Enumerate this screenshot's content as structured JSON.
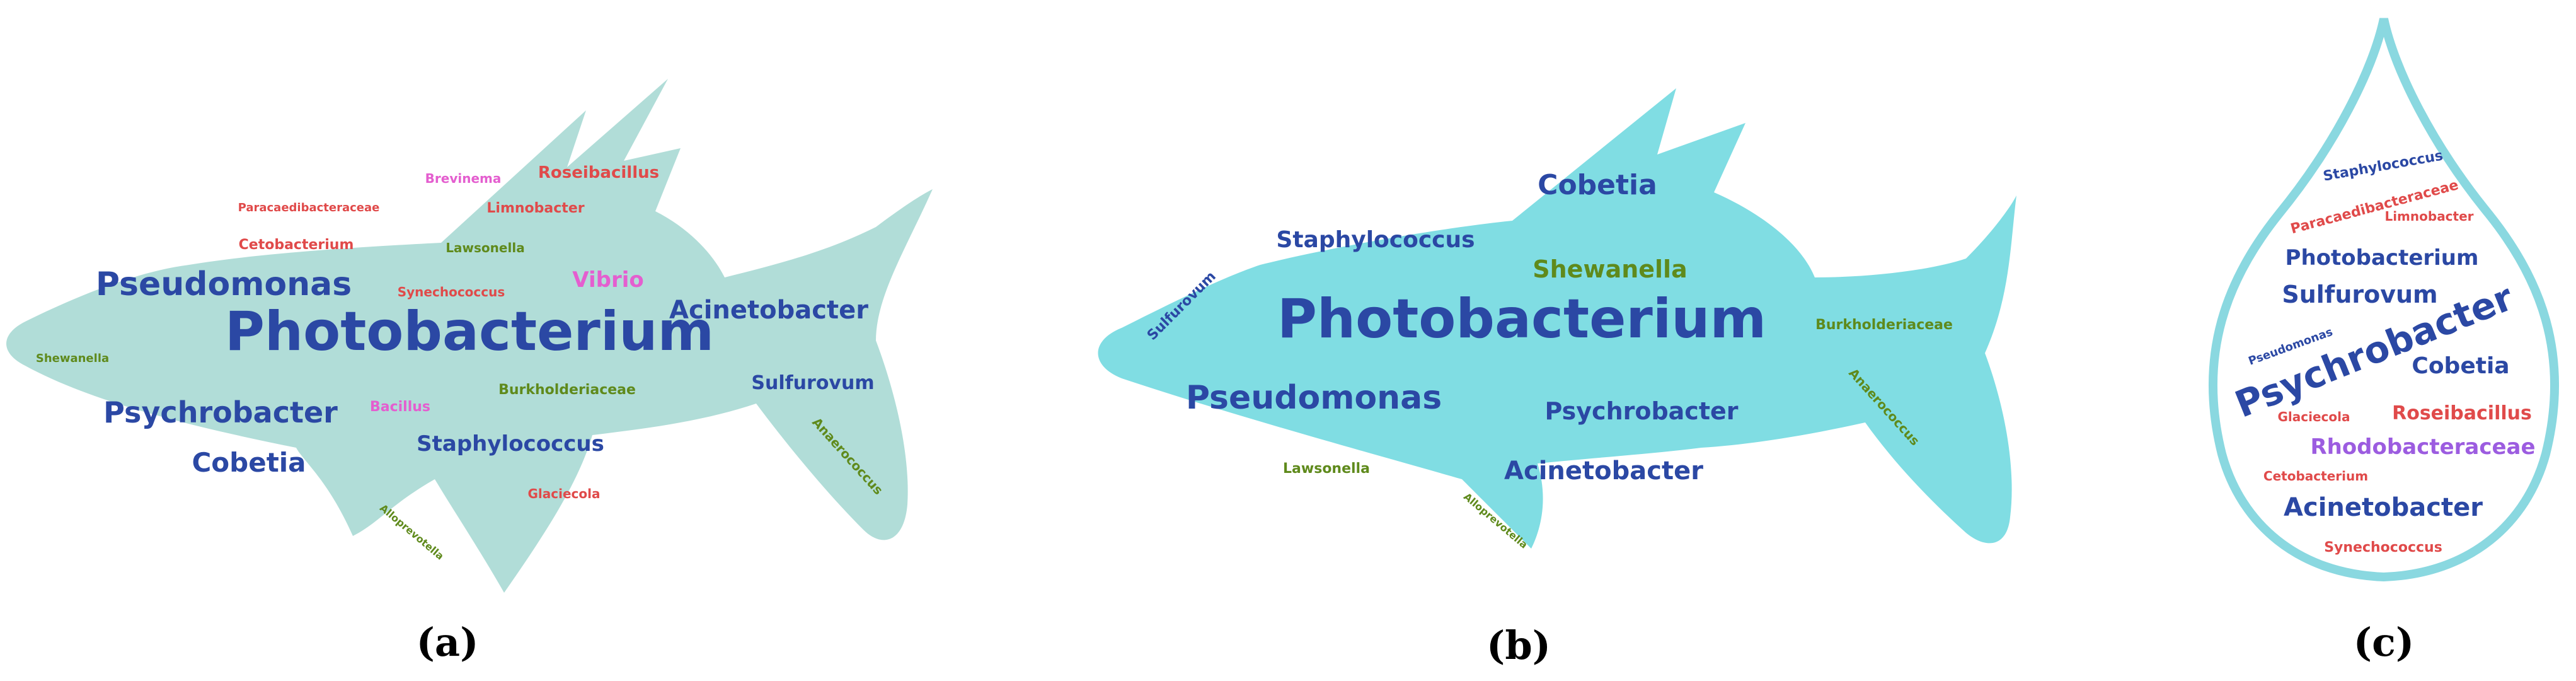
{
  "colors": {
    "fish_a": "#b1ddd8",
    "fish_b": "#80dde3",
    "drop_fill": "#ffffff",
    "drop_stroke": "#8ad8e0",
    "blue": "#2b48a4",
    "green": "#5f8a1c",
    "red": "#e04a4a",
    "pink": "#e45ecf",
    "purple": "#9c5ce0"
  },
  "panels": [
    {
      "label": "(a)",
      "words": [
        {
          "text": "Photobacterium",
          "color": "blue"
        },
        {
          "text": "Pseudomonas",
          "color": "blue"
        },
        {
          "text": "Psychrobacter",
          "color": "blue"
        },
        {
          "text": "Cobetia",
          "color": "blue"
        },
        {
          "text": "Acinetobacter",
          "color": "blue"
        },
        {
          "text": "Staphylococcus",
          "color": "blue"
        },
        {
          "text": "Sulfurovum",
          "color": "blue"
        },
        {
          "text": "Vibrio",
          "color": "pink"
        },
        {
          "text": "Brevinema",
          "color": "pink"
        },
        {
          "text": "Bacillus",
          "color": "pink"
        },
        {
          "text": "Roseibacillus",
          "color": "red"
        },
        {
          "text": "Paracaedibacteraceae",
          "color": "red"
        },
        {
          "text": "Limnobacter",
          "color": "red"
        },
        {
          "text": "Cetobacterium",
          "color": "red"
        },
        {
          "text": "Synechococcus",
          "color": "red"
        },
        {
          "text": "Glaciecola",
          "color": "red"
        },
        {
          "text": "Lawsonella",
          "color": "green"
        },
        {
          "text": "Shewanella",
          "color": "green"
        },
        {
          "text": "Burkholderiaceae",
          "color": "green"
        },
        {
          "text": "Anaerococcus",
          "color": "green"
        },
        {
          "text": "Alloprevotella",
          "color": "green"
        }
      ]
    },
    {
      "label": "(b)",
      "words": [
        {
          "text": "Photobacterium",
          "color": "blue"
        },
        {
          "text": "Pseudomonas",
          "color": "blue"
        },
        {
          "text": "Cobetia",
          "color": "blue"
        },
        {
          "text": "Staphylococcus",
          "color": "blue"
        },
        {
          "text": "Psychrobacter",
          "color": "blue"
        },
        {
          "text": "Acinetobacter",
          "color": "blue"
        },
        {
          "text": "Sulfurovum",
          "color": "blue"
        },
        {
          "text": "Shewanella",
          "color": "green"
        },
        {
          "text": "Burkholderiaceae",
          "color": "green"
        },
        {
          "text": "Anaerococcus",
          "color": "green"
        },
        {
          "text": "Lawsonella",
          "color": "green"
        },
        {
          "text": "Alloprevotella",
          "color": "green"
        }
      ]
    },
    {
      "label": "(c)",
      "words": [
        {
          "text": "Staphylococcus",
          "color": "blue"
        },
        {
          "text": "Paracaedibacteraceae",
          "color": "red"
        },
        {
          "text": "Limnobacter",
          "color": "red"
        },
        {
          "text": "Photobacterium",
          "color": "blue"
        },
        {
          "text": "Sulfurovum",
          "color": "blue"
        },
        {
          "text": "Psychrobacter",
          "color": "blue"
        },
        {
          "text": "Pseudomonas",
          "color": "blue"
        },
        {
          "text": "Cobetia",
          "color": "blue"
        },
        {
          "text": "Glaciecola",
          "color": "red"
        },
        {
          "text": "Roseibacillus",
          "color": "red"
        },
        {
          "text": "Rhodobacteraceae",
          "color": "purple"
        },
        {
          "text": "Cetobacterium",
          "color": "red"
        },
        {
          "text": "Acinetobacter",
          "color": "blue"
        },
        {
          "text": "Synechococcus",
          "color": "red"
        }
      ]
    }
  ]
}
